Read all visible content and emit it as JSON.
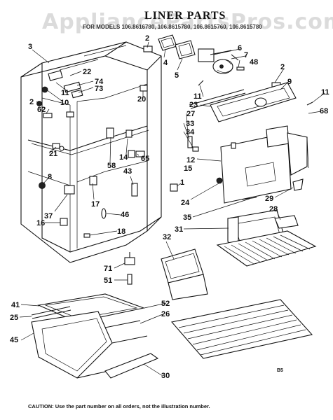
{
  "watermark": "AppliancePartsPros.com",
  "title": "LINER PARTS",
  "model_line": "FOR MODELS 106.8616780, 106.8615780, 106.8615760, 106.8615780",
  "caution": "CAUTION: Use the part number on all orders, not the illustration number.",
  "code": "B5",
  "callouts": {
    "c3": "3",
    "c2a": "2",
    "c4": "4",
    "c5": "5",
    "c6": "6",
    "c7": "7",
    "c48": "48",
    "c22": "22",
    "c74": "74",
    "c73": "73",
    "c11a": "11",
    "c10": "10",
    "c2b": "2",
    "c62": "62",
    "c20": "20",
    "c2c": "2",
    "c9": "9",
    "c11b": "11",
    "c11c": "11",
    "c23": "23",
    "c27": "27",
    "c68": "68",
    "c33": "33",
    "c34": "34",
    "c21": "21",
    "c58": "58",
    "c14": "14",
    "c65": "65",
    "c12": "12",
    "c15": "15",
    "c8": "8",
    "c43": "43",
    "c1": "1",
    "c17": "17",
    "c24": "24",
    "c29": "29",
    "c37": "37",
    "c46": "46",
    "c35": "35",
    "c28": "28",
    "c16": "16",
    "c18": "18",
    "c31": "31",
    "c32": "32",
    "c71": "71",
    "c51": "51",
    "c41": "41",
    "c25": "25",
    "c52": "52",
    "c26": "26",
    "c45": "45",
    "c30": "30"
  }
}
